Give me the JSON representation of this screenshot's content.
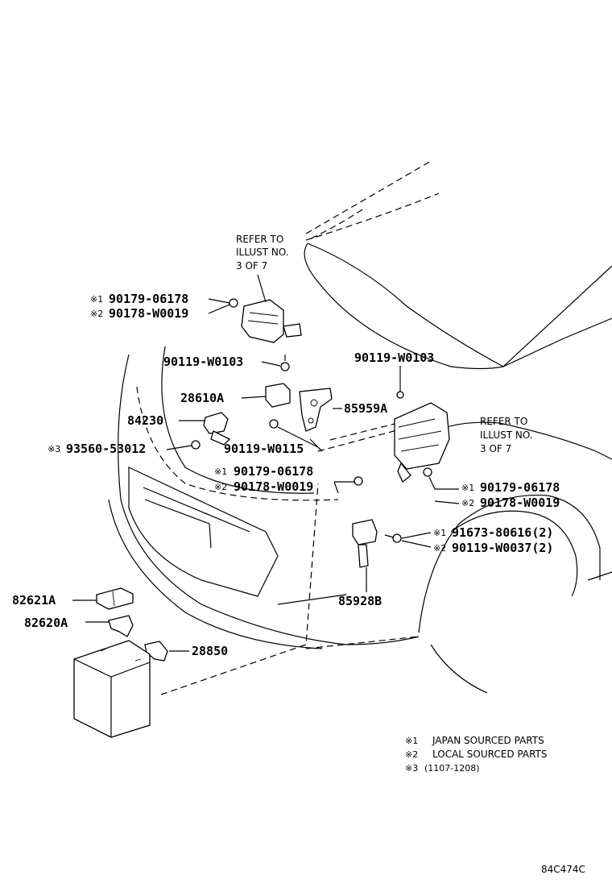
{
  "refer_labels": {
    "top": [
      "REFER TO",
      "ILLUST NO.",
      "3 OF 7"
    ],
    "right": [
      "REFER TO",
      "ILLUST NO.",
      "3 OF 7"
    ]
  },
  "callouts": {
    "c1_mark": "※1",
    "c1_part": "90179-06178",
    "c2_mark": "※2",
    "c2_part": "90178-W0019",
    "c3_part": "90119-W0103",
    "c4_part": "90119-W0103",
    "c5_part": "28610A",
    "c6_part": "85959A",
    "c7_part": "84230",
    "c8_mark": "※3",
    "c8_part": "93560-53012",
    "c9_part": "90119-W0115",
    "c10_mark": "※1",
    "c10_part": "90179-06178",
    "c11_mark": "※2",
    "c11_part": "90178-W0019",
    "c12_mark": "※1",
    "c12_part": "90179-06178",
    "c13_mark": "※2",
    "c13_part": "90178-W0019",
    "c14_mark": "※1",
    "c14_part": "91673-80616(2)",
    "c15_mark": "※2",
    "c15_part": "90119-W0037(2)",
    "c16_part": "85928B",
    "c17_part": "82621A",
    "c18_part": "82620A",
    "c19_part": "28850"
  },
  "legend": {
    "l1_mark": "※1",
    "l1_text": "JAPAN SOURCED PARTS",
    "l2_mark": "※2",
    "l2_text": "LOCAL SOURCED PARTS",
    "l3_mark": "※3",
    "l3_text": "(1107-1208)"
  },
  "footer": {
    "code": "84C474C"
  }
}
